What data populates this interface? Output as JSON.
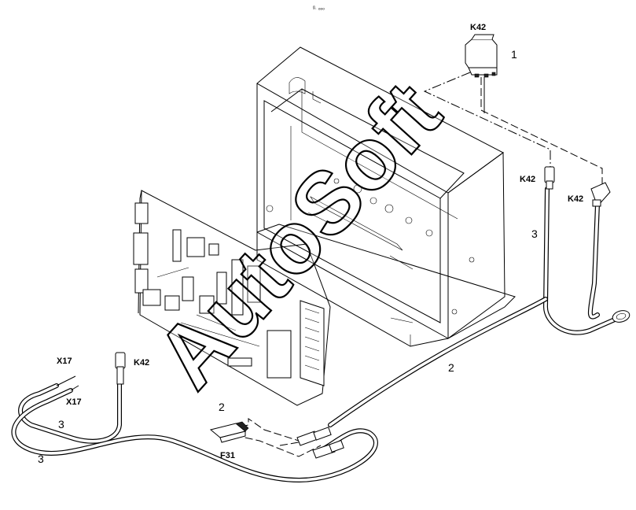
{
  "header_mark": "ᵍ˒ ₒₒₒ",
  "watermark": "AutoSoft",
  "labels": {
    "relay_top": "K42",
    "item_1": "1",
    "k42_connector_a": "K42",
    "k42_connector_b": "K42",
    "item_3_right": "3",
    "item_2_cable": "2",
    "x17_top": "X17",
    "x17_bottom": "X17",
    "k42_left": "K42",
    "item_3_left_a": "3",
    "item_3_left_b": "3",
    "item_2_fuse": "2",
    "fuse": "F31"
  }
}
